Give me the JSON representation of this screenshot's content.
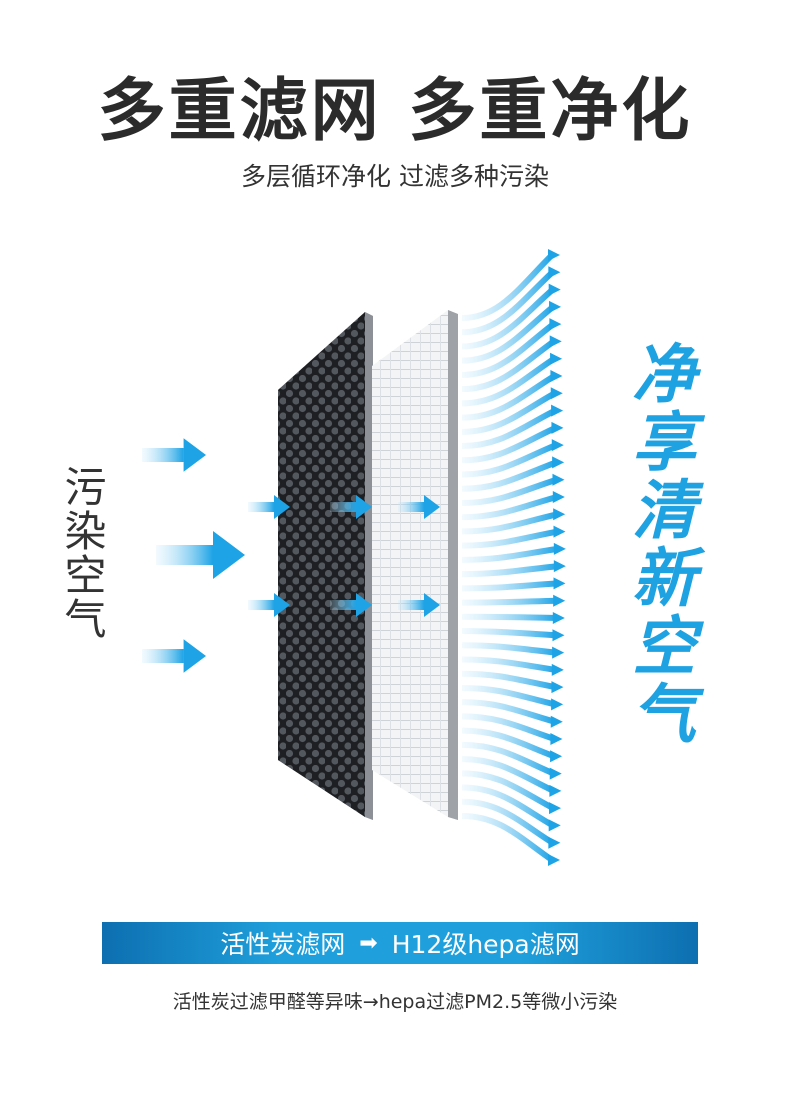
{
  "title": "多重滤网 多重净化",
  "subtitle": "多层循环净化 过滤多种污染",
  "left_label": "污染空气",
  "right_label": "净享清新空气",
  "banner": {
    "stage1": "活性炭滤网",
    "arrow": "➡",
    "stage2": "H12级hepa滤网"
  },
  "caption": "活性炭过滤甲醛等异味→hepa过滤PM2.5等微小污染",
  "colors": {
    "accent_blue": "#1ea2e2",
    "banner_dark": "#0d6fb0",
    "carbon_filter": "#2a2c30",
    "hepa_filter": "#f2f3f5"
  }
}
